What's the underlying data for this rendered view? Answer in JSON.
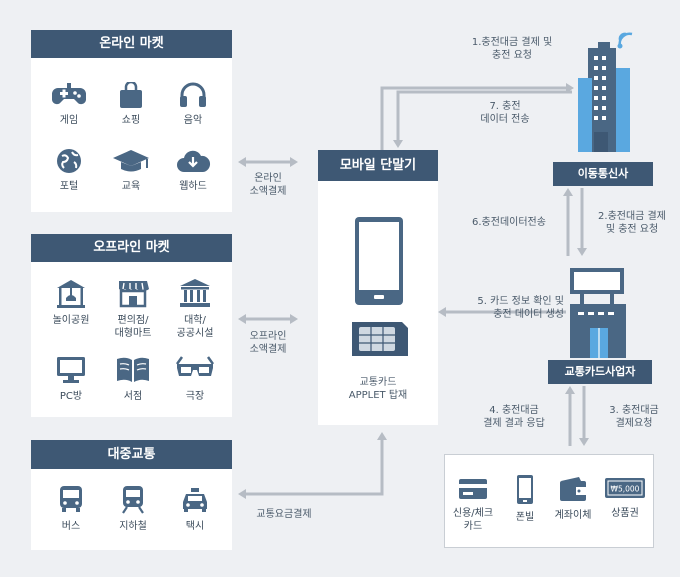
{
  "online_market": {
    "title": "온라인 마켓",
    "items": [
      {
        "label": "게임",
        "icon": "gamepad-icon"
      },
      {
        "label": "쇼핑",
        "icon": "shopping-bag-icon"
      },
      {
        "label": "음악",
        "icon": "headphones-icon"
      },
      {
        "label": "포털",
        "icon": "globe-icon"
      },
      {
        "label": "교육",
        "icon": "graduation-cap-icon"
      },
      {
        "label": "웹하드",
        "icon": "cloud-download-icon"
      }
    ]
  },
  "offline_market": {
    "title": "오프라인 마켓",
    "items": [
      {
        "label": "놀이공원",
        "icon": "carousel-icon"
      },
      {
        "label": "편의점/\n대형마트",
        "icon": "store-icon"
      },
      {
        "label": "대학/\n공공시설",
        "icon": "institution-icon"
      },
      {
        "label": "PC방",
        "icon": "monitor-icon"
      },
      {
        "label": "서점",
        "icon": "book-icon"
      },
      {
        "label": "극장",
        "icon": "3d-glasses-icon"
      }
    ]
  },
  "public_transport": {
    "title": "대중교통",
    "items": [
      {
        "label": "버스",
        "icon": "bus-icon"
      },
      {
        "label": "지하철",
        "icon": "subway-icon"
      },
      {
        "label": "택시",
        "icon": "taxi-icon"
      }
    ]
  },
  "flows": {
    "online_payment": "온라인\n소액결제",
    "offline_payment": "오프라인\n소액결제",
    "transport_payment": "교통요금결제",
    "step1": "1.충전대금 결제 및\n충전 요청",
    "step7": "7. 충전\n데이터 전송",
    "step6": "6.충전데이터전송",
    "step2": "2.충전대금 결제\n및 충전 요청",
    "step5": "5. 카드 정보 확인 및\n충전 데이터 생성",
    "step4": "4. 충전대금\n결제 결과 응답",
    "step3": "3. 충전대금\n결제요청"
  },
  "mobile": {
    "title": "모바일 단말기",
    "card_label": "교통카드\nAPPLET 탑재"
  },
  "telecom": {
    "label": "이동통신사"
  },
  "card_company": {
    "label": "교통카드사업자"
  },
  "payment_methods": [
    {
      "label": "신용/체크\n카드",
      "icon": "credit-card-icon"
    },
    {
      "label": "폰빌",
      "icon": "phone-icon"
    },
    {
      "label": "계좌이체",
      "icon": "wallet-icon"
    },
    {
      "label": "상품권",
      "icon": "gift-voucher-icon",
      "text": "₩5,000"
    }
  ],
  "colors": {
    "navy": "#3e5874",
    "icon": "#4a6784",
    "arrow": "#b6bcc4",
    "sky": "#5aa8e0"
  }
}
